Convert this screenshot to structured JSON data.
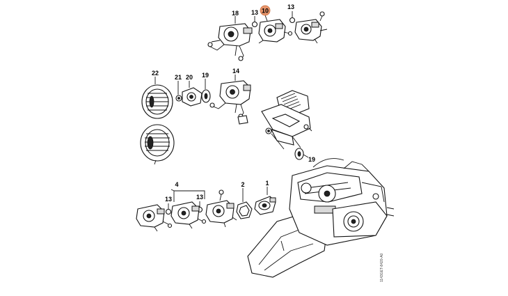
{
  "diagram": {
    "callouts": {
      "c18": "18",
      "c10": "10",
      "c13_top_a": "13",
      "c13_top_b": "13",
      "c22": "22",
      "c21": "21",
      "c20": "20",
      "c19_mid": "19",
      "c14": "14",
      "c19_right": "19",
      "c4": "4",
      "c13_bottom_a": "13",
      "c13_bottom_b": "13",
      "c2": "2",
      "c1": "1"
    },
    "highlight_color": "#e8956b",
    "drawing_code": "1143GET-8420-A0"
  }
}
